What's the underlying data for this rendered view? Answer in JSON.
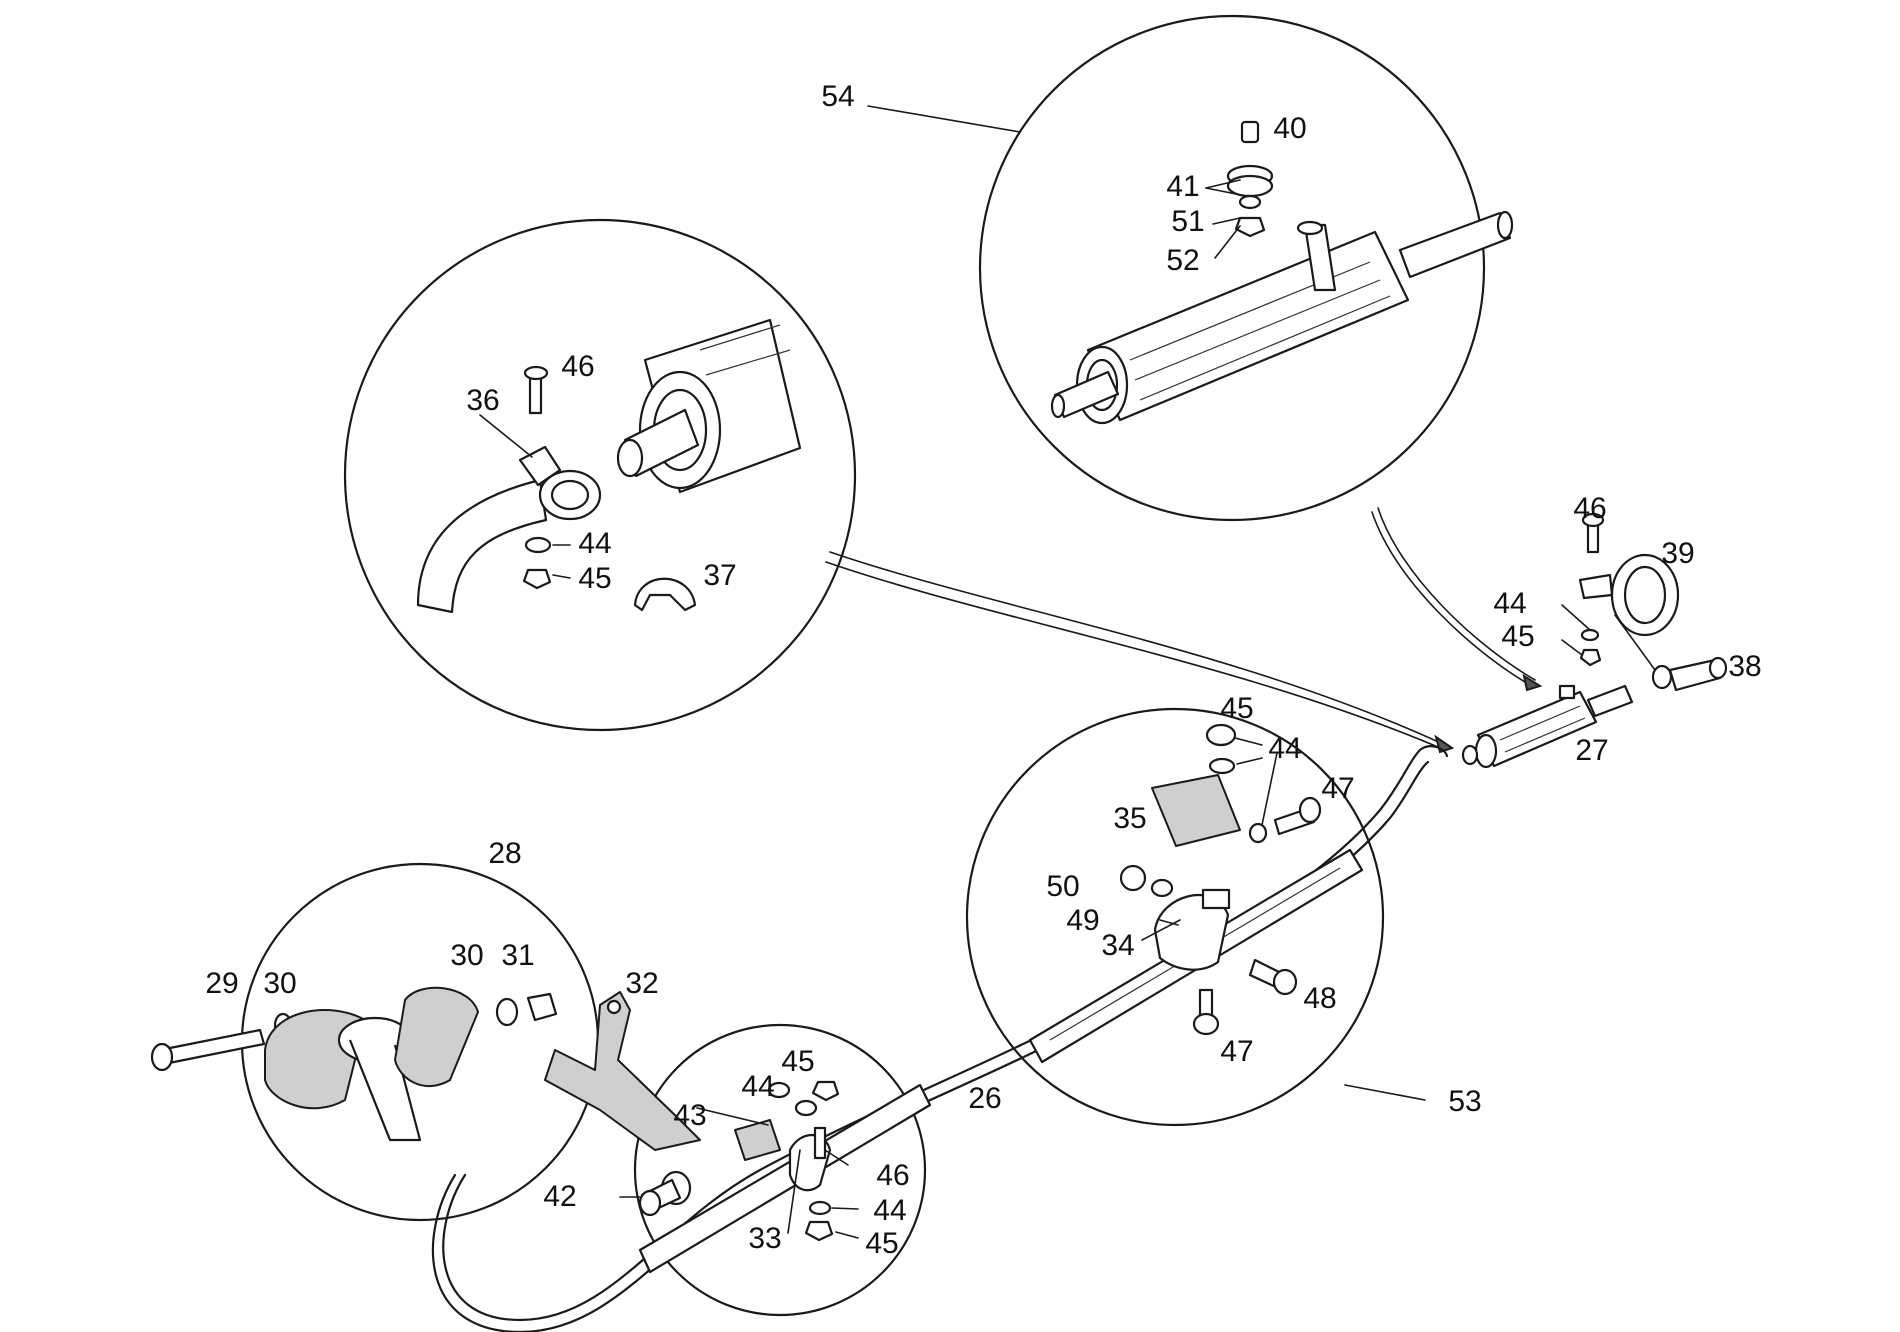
{
  "labels": {
    "54": "54",
    "40": "40",
    "41": "41",
    "51": "51",
    "52": "52",
    "46": "46",
    "36": "36",
    "44": "44",
    "45": "45",
    "37": "37",
    "39": "39",
    "38": "38",
    "27": "27",
    "47": "47",
    "35": "35",
    "50": "50",
    "49": "49",
    "34": "34",
    "48": "48",
    "53": "53",
    "28": "28",
    "29": "29",
    "30": "30",
    "31": "31",
    "32": "32",
    "43": "43",
    "42": "42",
    "33": "33",
    "26": "26"
  }
}
